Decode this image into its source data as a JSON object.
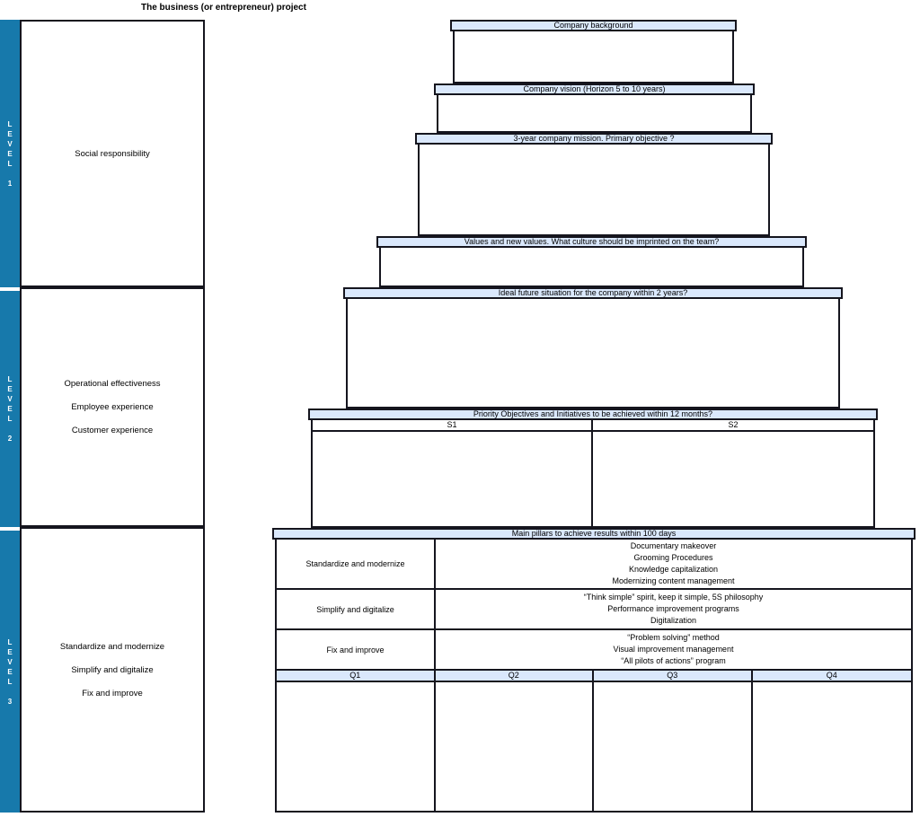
{
  "title": "The business (or entrepreneur) project",
  "colors": {
    "level_bar": "#1779ab",
    "header_fill": "#dae8fc",
    "border": "#15151e"
  },
  "sidebar": {
    "levels": [
      {
        "vertical_label": "L\nE\nV\nE\nL\n\n1",
        "content": "Social responsibility"
      },
      {
        "vertical_label": "L\nE\nV\nE\nL\n\n2",
        "content": "Operational effectiveness\n\nEmployee experience\n\nCustomer experience"
      },
      {
        "vertical_label": "L\nE\nV\nE\nL\n\n3",
        "content": "Standardize and modernize\n\nSimplify and digitalize\n\nFix and improve"
      }
    ]
  },
  "pyramid": {
    "tiers": [
      {
        "label": "Company background"
      },
      {
        "label": "Company vision (Horizon 5 to 10 years)"
      },
      {
        "label": "3-year company mission. Primary objective ?"
      },
      {
        "label": "Values and new values. What culture should be imprinted on the team?"
      },
      {
        "label": "Ideal future situation for the company within 2 years?"
      },
      {
        "label": "Priority Objectives and Initiatives to be achieved within 12 months?",
        "columns": [
          "S1",
          "S2"
        ]
      },
      {
        "label": "Main pillars to achieve results within 100 days",
        "rows": [
          {
            "name": "Standardize and modernize",
            "details": "Documentary makeover\nGrooming Procedures\nKnowledge capitalization\nModernizing content management"
          },
          {
            "name": "Simplify and digitalize",
            "details": "“Think simple” spirit, keep it simple, 5S philosophy\nPerformance improvement programs\nDigitalization"
          },
          {
            "name": "Fix and improve",
            "details": "“Problem solving” method\nVisual improvement management\n“All pilots of actions” program"
          }
        ],
        "quarters": [
          "Q1",
          "Q2",
          "Q3",
          "Q4"
        ]
      }
    ]
  }
}
